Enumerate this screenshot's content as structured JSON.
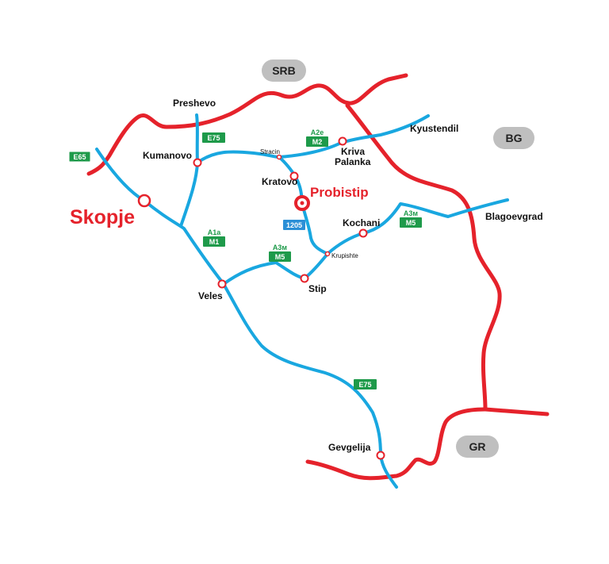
{
  "colors": {
    "border": "#e5222b",
    "road": "#19a7e0",
    "green_shield": "#1e9a4a",
    "blue_shield": "#2b8fd6",
    "country_pill": "#bfbfbf"
  },
  "countries": {
    "srb": "SRB",
    "bg": "BG",
    "gr": "GR"
  },
  "cities": {
    "skopje": "Skopje",
    "probistip": "Probistip",
    "preshevo": "Preshevo",
    "kumanovo": "Kumanovo",
    "stracin": "Stracin",
    "kriva_palanka_1": "Kriva",
    "kriva_palanka_2": "Palanka",
    "kyustendil": "Kyustendil",
    "kratovo": "Kratovo",
    "kochani": "Kochani",
    "blagoevgrad": "Blagoevgrad",
    "krupishte": "Krupishte",
    "veles": "Veles",
    "stip": "Stip",
    "gevgelija": "Gevgelija"
  },
  "shields": {
    "e65": "E65",
    "e75_north": "E75",
    "e75_south": "E75",
    "m2_top": "A2e",
    "m2": "M2",
    "m1_top": "A1a",
    "m1": "M1",
    "m5_west_top": "A3м",
    "m5_west": "M5",
    "m5_east_top": "A3м",
    "m5_east": "M5",
    "r1205": "1205"
  }
}
